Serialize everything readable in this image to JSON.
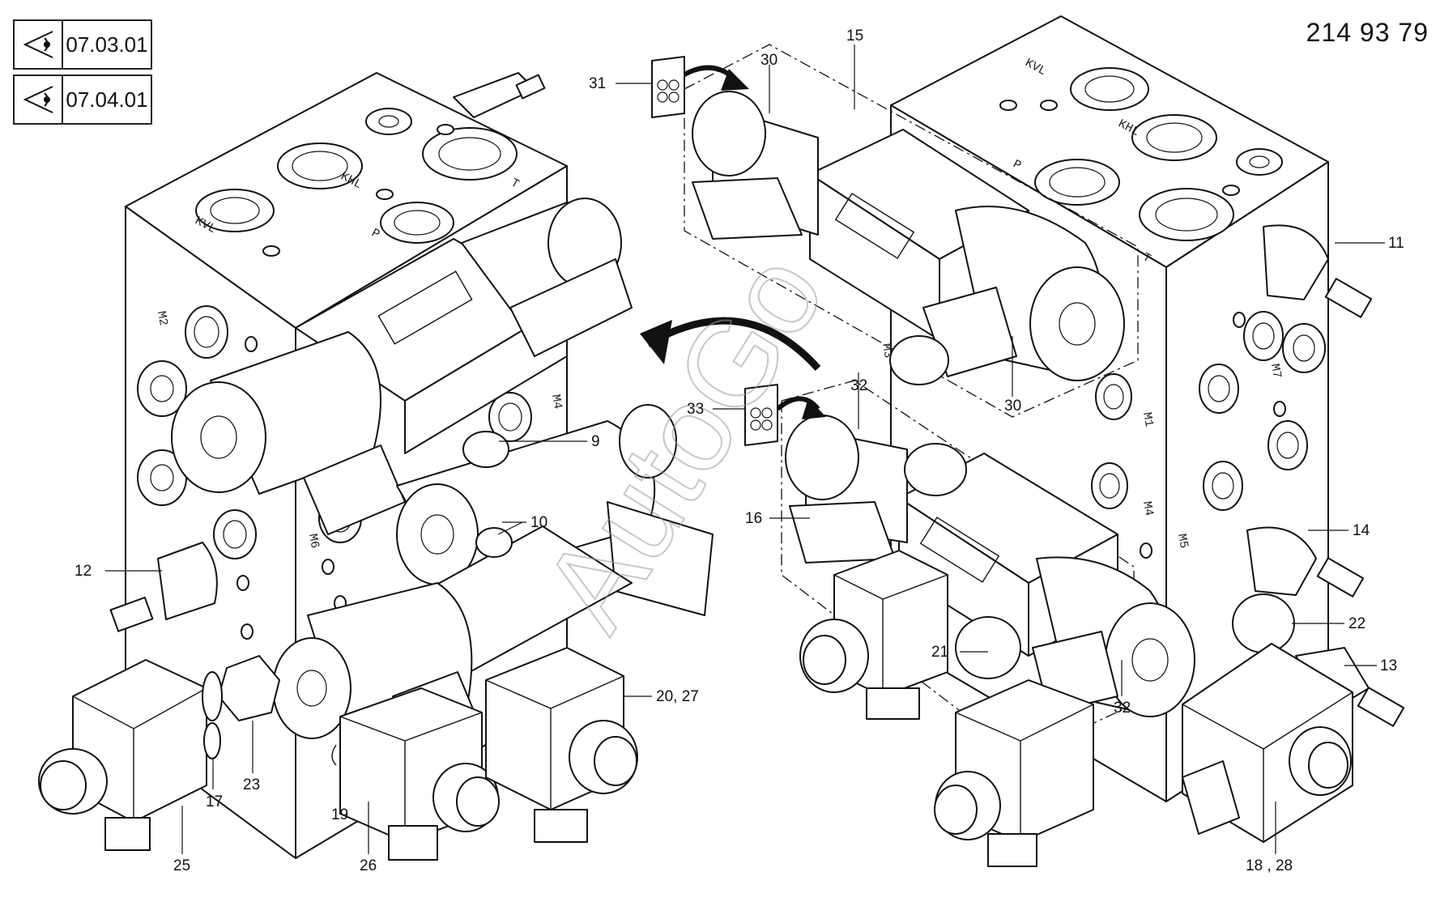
{
  "references": [
    {
      "code": "07.03.01",
      "icon": "eye-view-icon"
    },
    {
      "code": "07.04.01",
      "icon": "eye-view-icon"
    }
  ],
  "drawing_number": "214 93 79",
  "watermark": "AutoGo",
  "callouts": {
    "c9": "9",
    "c10": "10",
    "c11": "11",
    "c12": "12",
    "c13": "13",
    "c14": "14",
    "c15": "15",
    "c16": "16",
    "c17": "17",
    "c19": "19",
    "c20_27": "20, 27",
    "c21": "21",
    "c22": "22",
    "c23": "23",
    "c25": "25",
    "c26": "26",
    "c18_28": "18 , 28",
    "c30a": "30",
    "c30b": "30",
    "c31": "31",
    "c32a": "32",
    "c32b": "32",
    "c33": "33"
  },
  "port_labels": {
    "l_kvl": "KVL",
    "l_khl": "KHL",
    "l_p": "P",
    "l_t": "T",
    "l_m2": "M2",
    "l_m4": "M4",
    "l_m6": "M6",
    "r_kvl": "KVL",
    "r_khl": "KHL",
    "r_p": "P",
    "r_t": "T",
    "r_m1": "M1",
    "r_m3": "M3",
    "r_m4": "M4",
    "r_m5": "M5",
    "r_m7": "M7"
  }
}
